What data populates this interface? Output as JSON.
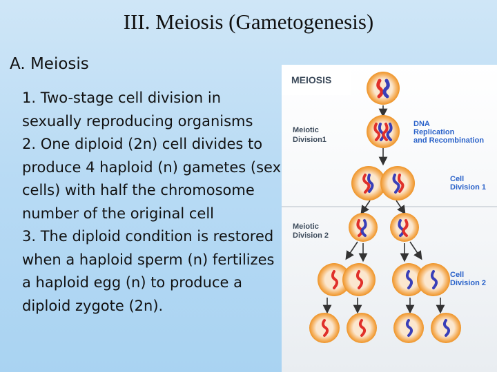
{
  "slide": {
    "title": "III. Meiosis (Gametogenesis)",
    "section_heading": "A. Meiosis",
    "points": [
      "1. Two-stage cell division in sexually reproducing organisms",
      "2. One diploid (2n) cell divides to produce 4 haploid (n) gametes (sex cells) with half the chromosome number of the original cell",
      "3. The diploid condition is restored when a haploid sperm (n) fertilizes a haploid egg (n) to produce a diploid zygote (2n)."
    ]
  },
  "diagram": {
    "header": "MEIOSIS",
    "meiotic_division_1": [
      "Meiotic",
      "Division1"
    ],
    "meiotic_division_2": [
      "Meiotic",
      "Division 2"
    ],
    "dna_replication": [
      "DNA",
      "Replication",
      "and Recombination"
    ],
    "cell_division_1": [
      "Cell",
      "Division 1"
    ],
    "cell_division_2": [
      "Cell",
      "Division 2"
    ],
    "colors": {
      "cell_outer": "#f2a43a",
      "cell_inner": "#f7e9d6",
      "maternal_chromosome": "#e0302a",
      "paternal_chromosome": "#3a3fb8",
      "arrow": "#333333",
      "label_blue": "#2a62c9",
      "label_dark": "#3d4b5b"
    }
  }
}
